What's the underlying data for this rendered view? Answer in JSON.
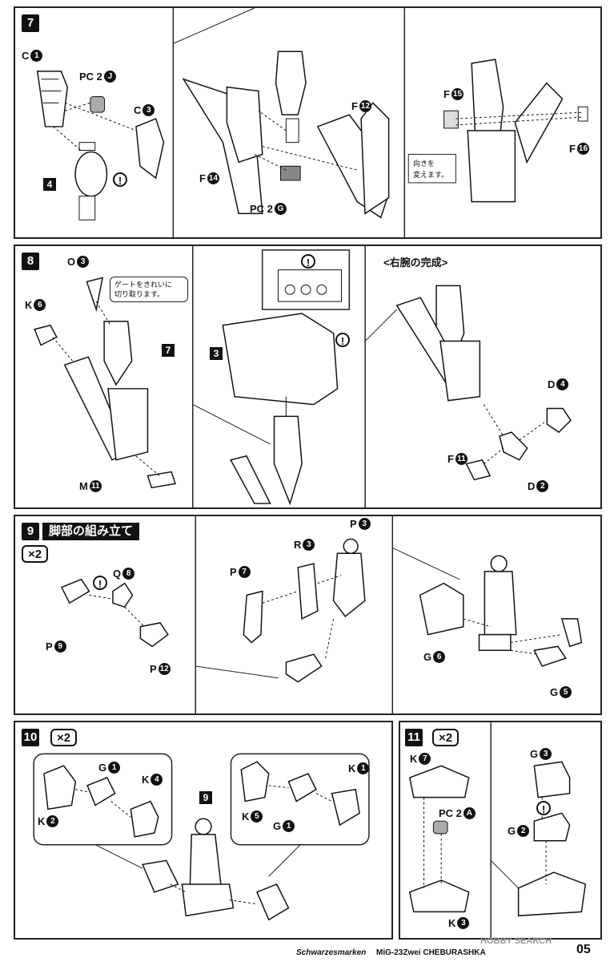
{
  "steps": {
    "s7": {
      "number": "7",
      "labels": {
        "c1": {
          "letter": "C",
          "num": "1"
        },
        "pc2j": {
          "letter": "PC 2",
          "num": "J"
        },
        "c3": {
          "letter": "C",
          "num": "3"
        },
        "f12": {
          "letter": "F",
          "num": "12"
        },
        "f14": {
          "letter": "F",
          "num": "14"
        },
        "pc2g": {
          "letter": "PC 2",
          "num": "G"
        },
        "f15": {
          "letter": "F",
          "num": "15"
        },
        "f16": {
          "letter": "F",
          "num": "16"
        }
      },
      "part_ref": "4",
      "note_line1": "向きを",
      "note_line2": "変えます。"
    },
    "s8": {
      "number": "8",
      "labels": {
        "o3": {
          "letter": "O",
          "num": "3"
        },
        "k6": {
          "letter": "K",
          "num": "6"
        },
        "m11": {
          "letter": "M",
          "num": "11"
        },
        "d4": {
          "letter": "D",
          "num": "4"
        },
        "f11": {
          "letter": "F",
          "num": "11"
        },
        "d2": {
          "letter": "D",
          "num": "2"
        }
      },
      "gate_note_line1": "ゲートをきれいに",
      "gate_note_line2": "切り取ります。",
      "ref7": "7",
      "ref3": "3",
      "complete_title": "<右腕の完成>"
    },
    "s9": {
      "number": "9",
      "heading": "脚部の組み立て",
      "multiplier": "×2",
      "labels": {
        "q8": {
          "letter": "Q",
          "num": "8"
        },
        "p9": {
          "letter": "P",
          "num": "9"
        },
        "p12": {
          "letter": "P",
          "num": "12"
        },
        "p3": {
          "letter": "P",
          "num": "3"
        },
        "r3": {
          "letter": "R",
          "num": "3"
        },
        "p7": {
          "letter": "P",
          "num": "7"
        },
        "g6": {
          "letter": "G",
          "num": "6"
        },
        "g5": {
          "letter": "G",
          "num": "5"
        }
      }
    },
    "s10": {
      "number": "10",
      "multiplier": "×2",
      "ref9": "9",
      "labels": {
        "g1a": {
          "letter": "G",
          "num": "1"
        },
        "k4": {
          "letter": "K",
          "num": "4"
        },
        "k2": {
          "letter": "K",
          "num": "2"
        },
        "k1": {
          "letter": "K",
          "num": "1"
        },
        "k5": {
          "letter": "K",
          "num": "5"
        },
        "g1b": {
          "letter": "G",
          "num": "1"
        }
      }
    },
    "s11": {
      "number": "11",
      "multiplier": "×2",
      "labels": {
        "k7": {
          "letter": "K",
          "num": "7"
        },
        "pc2a": {
          "letter": "PC 2",
          "num": "A"
        },
        "k3": {
          "letter": "K",
          "num": "3"
        },
        "g3": {
          "letter": "G",
          "num": "3"
        },
        "g2": {
          "letter": "G",
          "num": "2"
        }
      }
    }
  },
  "caution_symbol": "!",
  "footer": {
    "brand": "Schwarzesmarken",
    "model": "MiG-23Zwei CHEBURASHKA",
    "page": "05",
    "watermark": "HOBBY SEARCH"
  }
}
